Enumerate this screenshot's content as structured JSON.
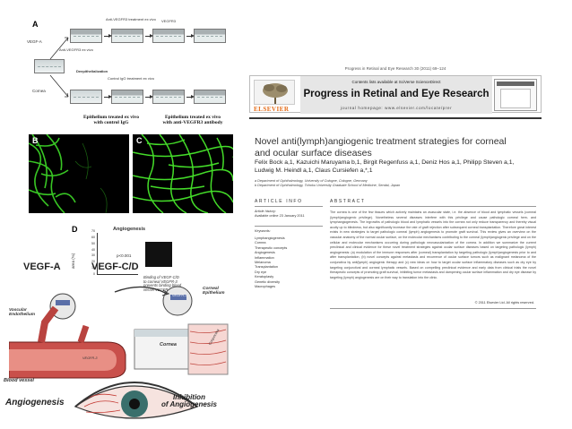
{
  "figure": {
    "panel_labels": {
      "a": "A",
      "b": "B",
      "c": "C",
      "d": "D"
    },
    "schematic": {
      "vegf_left": "VEGF-A",
      "top_row_label_1": "Anti-VEGFR3\ntreatment ex vivo",
      "top_row_label_2": "VEGFR3",
      "side_label": "Anti-VEGFR3\nex vivo",
      "middle_label": "Deepithelialization",
      "bottom_row_label": "Control IgG treatment\nex vivo",
      "cornea_label": "Cornea",
      "caption_left": "Epithelium treated ex vivo\nwith control IgG",
      "caption_right": "Epithelium treated ex vivo\nwith anti-VEGFR3 antibody"
    },
    "graph": {
      "title": "Angiogenesis",
      "ylabel": "area (%)",
      "pvalue": "p<0.001",
      "ticks": [
        "70",
        "60",
        "50",
        "40",
        "30",
        "20",
        "10",
        "0"
      ]
    },
    "diagram": {
      "vegf_a": "VEGF-A",
      "vegf_cd": "VEGF-C/D",
      "binding_note": "Binding of VEGF-C/D\nto corneal VEGFR-3\nprevents binding blood\nvessel VEGFR-3",
      "vegfr3_left": "VEGFR-3",
      "vegfr3_right": "VEGFR-3",
      "vascular_endothelium": "Vascular\nEndothelium",
      "corneal_epithelium": "Corneal\nEpithelium",
      "cornea": "Cornea",
      "conjunctiva": "Conjunctiva",
      "blood_vessel": "Blood vessel",
      "angiogenesis": "Angiogenesis",
      "inhibition": "Inhibition\nof Angiogenesis"
    }
  },
  "article": {
    "citation": "Progress in Retinal and Eye Research 30 (2011) 69–124",
    "contents_line": "Contents lists available at SciVerse ScienceDirect",
    "journal_title": "Progress in Retinal and Eye Research",
    "journal_url": "journal homepage: www.elsevier.com/locate/prer",
    "publisher": "ELSEVIER",
    "title": "Novel anti(lymph)angiogenic treatment strategies for corneal and ocular surface diseases",
    "authors": "Felix Bock a,1, Kazuichi Maruyama b,1, Birgit Regenfuss a,1, Deniz Hos a,1, Philipp Steven a,1, Ludwig M. Heindl a,1, Claus Cursiefen a,*,1",
    "affiliation_a": "a Department of Ophthalmology, University of Cologne, Cologne, Germany",
    "affiliation_b": "b Department of Ophthalmology, Tohoku University Graduate School of Medicine, Sendai, Japan",
    "info_heading": "ARTICLE INFO",
    "abstract_heading": "ABSTRACT",
    "history_label": "Article history:",
    "history_value": "Available online 23 January 2011",
    "keywords_label": "Keywords:",
    "keywords": [
      "Lymphangiogenesis",
      "Cornea",
      "Therapeutic concepts",
      "Angiogenesis",
      "Inflammation",
      "Melanoma",
      "Transplantation",
      "Dry eye",
      "Keratoplasty",
      "Genetic diversity",
      "Macrophages"
    ],
    "abstract": "The cornea is one of the few tissues which actively maintains an avascular state, i.e. the absence of blood and lymphatic vessels (corneal (lymph)angiogenic privilege). Nonetheless several diseases interfere with this privilege and cause pathologic corneal hem- and lymphangiogenesis. The ingrowths of pathologic blood and lymphatic vessels into the cornea not only reduce transparency and thereby visual acuity up to blindness, but also significantly increase the rate of graft rejection after subsequent corneal transplantation. Therefore great interest exists in new strategies to target pathologic corneal (lymph) angiogenesis to promote graft survival. This review gives an overview on the vascular anatomy of the normal ocular surface, on the molecular mechanisms contributing to the corneal (lymph)angiogenic privilege and on the cellular and molecular mechanisms occurring during pathologic neovascularization of the cornea. In addition we summarize the current preclinical and clinical evidence for these novel treatment strategies against ocular surface diseases based on targeting pathologic (lymph) angiogenesis: (a) modulation of the immune responses after (corneal) transplantation by targeting pathologic (lymph)angiogenesis prior to and after transplantation, (b) novel concepts against metastasis and recurrence of ocular surface tumors such as malignant melanoma of the conjunctiva by anti(lymph) angiogenic therapy and (c) new ideas on how to target ocular surface inflammatory diseases such as dry eye by targeting conjunctival and corneal lymphatic vessels. Based on compelling preclinical evidence and early data from clinical trials the novel therapeutic concepts of promoting graft survival, inhibiting tumor metastasis and dampening ocular surface inflammation and dry eye disease by targeting (lymph) angiogenesis are on their way to translation into the clinic.",
    "copyright": "© 2011 Elsevier Ltd. All rights reserved."
  }
}
